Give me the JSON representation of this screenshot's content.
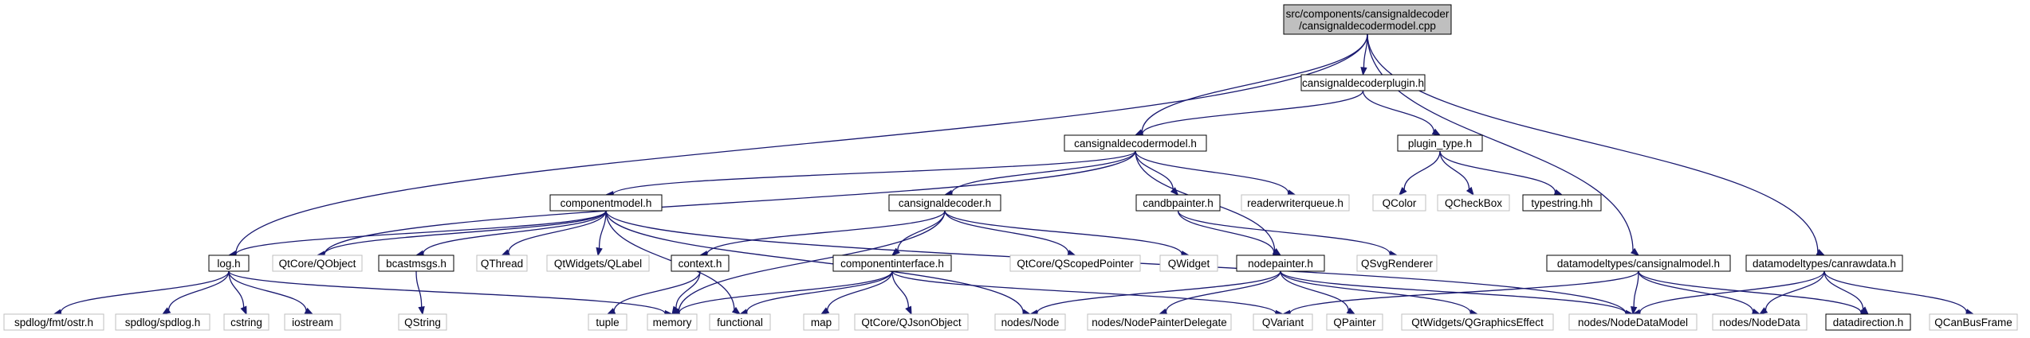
{
  "diagram": {
    "title": "",
    "colors": {
      "edge": "#191970",
      "root_fill": "#bfbfbf",
      "node_border": "#000000",
      "external_border": "#bfbfbf"
    },
    "nodes": [
      {
        "id": "root",
        "lines": [
          "src/components/cansignaldecoder",
          "/cansignaldecodermodel.cpp"
        ],
        "kind": "root"
      },
      {
        "id": "plugin_h",
        "lines": [
          "cansignaldecoderplugin.h"
        ],
        "kind": "linked"
      },
      {
        "id": "model_h",
        "lines": [
          "cansignaldecodermodel.h"
        ],
        "kind": "linked"
      },
      {
        "id": "plugin_type",
        "lines": [
          "plugin_type.h"
        ],
        "kind": "linked"
      },
      {
        "id": "componentmodel",
        "lines": [
          "componentmodel.h"
        ],
        "kind": "linked"
      },
      {
        "id": "decoder_h",
        "lines": [
          "cansignaldecoder.h"
        ],
        "kind": "linked"
      },
      {
        "id": "candbpainter",
        "lines": [
          "candbpainter.h"
        ],
        "kind": "linked"
      },
      {
        "id": "rwqueue",
        "lines": [
          "readerwriterqueue.h"
        ],
        "kind": "ext"
      },
      {
        "id": "qcolor",
        "lines": [
          "QColor"
        ],
        "kind": "ext"
      },
      {
        "id": "qcheckbox",
        "lines": [
          "QCheckBox"
        ],
        "kind": "ext"
      },
      {
        "id": "typestring",
        "lines": [
          "typestring.hh"
        ],
        "kind": "linked"
      },
      {
        "id": "log",
        "lines": [
          "log.h"
        ],
        "kind": "linked"
      },
      {
        "id": "qobject",
        "lines": [
          "QtCore/QObject"
        ],
        "kind": "ext"
      },
      {
        "id": "bcastmsgs",
        "lines": [
          "bcastmsgs.h"
        ],
        "kind": "linked"
      },
      {
        "id": "qthread",
        "lines": [
          "QThread"
        ],
        "kind": "ext"
      },
      {
        "id": "qlabel",
        "lines": [
          "QtWidgets/QLabel"
        ],
        "kind": "ext"
      },
      {
        "id": "context",
        "lines": [
          "context.h"
        ],
        "kind": "linked"
      },
      {
        "id": "compiface",
        "lines": [
          "componentinterface.h"
        ],
        "kind": "linked"
      },
      {
        "id": "qscoped",
        "lines": [
          "QtCore/QScopedPointer"
        ],
        "kind": "ext"
      },
      {
        "id": "qwidget",
        "lines": [
          "QWidget"
        ],
        "kind": "ext"
      },
      {
        "id": "nodepainter",
        "lines": [
          "nodepainter.h"
        ],
        "kind": "linked"
      },
      {
        "id": "qsvg",
        "lines": [
          "QSvgRenderer"
        ],
        "kind": "ext"
      },
      {
        "id": "csm",
        "lines": [
          "datamodeltypes/cansignalmodel.h"
        ],
        "kind": "linked"
      },
      {
        "id": "crd",
        "lines": [
          "datamodeltypes/canrawdata.h"
        ],
        "kind": "linked"
      },
      {
        "id": "fmt",
        "lines": [
          "spdlog/fmt/ostr.h"
        ],
        "kind": "ext"
      },
      {
        "id": "spdlog",
        "lines": [
          "spdlog/spdlog.h"
        ],
        "kind": "ext"
      },
      {
        "id": "cstring",
        "lines": [
          "cstring"
        ],
        "kind": "ext"
      },
      {
        "id": "iostream",
        "lines": [
          "iostream"
        ],
        "kind": "ext"
      },
      {
        "id": "qstring",
        "lines": [
          "QString"
        ],
        "kind": "ext"
      },
      {
        "id": "tuple",
        "lines": [
          "tuple"
        ],
        "kind": "ext"
      },
      {
        "id": "memory",
        "lines": [
          "memory"
        ],
        "kind": "ext"
      },
      {
        "id": "functional",
        "lines": [
          "functional"
        ],
        "kind": "ext"
      },
      {
        "id": "map",
        "lines": [
          "map"
        ],
        "kind": "ext"
      },
      {
        "id": "qjson",
        "lines": [
          "QtCore/QJsonObject"
        ],
        "kind": "ext"
      },
      {
        "id": "nnode",
        "lines": [
          "nodes/Node"
        ],
        "kind": "ext"
      },
      {
        "id": "npd",
        "lines": [
          "nodes/NodePainterDelegate"
        ],
        "kind": "ext"
      },
      {
        "id": "qvariant",
        "lines": [
          "QVariant"
        ],
        "kind": "ext"
      },
      {
        "id": "qpainter",
        "lines": [
          "QPainter"
        ],
        "kind": "ext"
      },
      {
        "id": "qgfx",
        "lines": [
          "QtWidgets/QGraphicsEffect"
        ],
        "kind": "ext"
      },
      {
        "id": "ndm",
        "lines": [
          "nodes/NodeDataModel"
        ],
        "kind": "ext"
      },
      {
        "id": "ndata",
        "lines": [
          "nodes/NodeData"
        ],
        "kind": "ext"
      },
      {
        "id": "datadir",
        "lines": [
          "datadirection.h"
        ],
        "kind": "linked"
      },
      {
        "id": "qcanbus",
        "lines": [
          "QCanBusFrame"
        ],
        "kind": "ext"
      }
    ],
    "edges": [
      [
        "root",
        "plugin_h"
      ],
      [
        "root",
        "model_h"
      ],
      [
        "root",
        "log"
      ],
      [
        "root",
        "csm"
      ],
      [
        "root",
        "crd"
      ],
      [
        "plugin_h",
        "model_h"
      ],
      [
        "plugin_h",
        "plugin_type"
      ],
      [
        "plugin_type",
        "qcolor"
      ],
      [
        "plugin_type",
        "qcheckbox"
      ],
      [
        "plugin_type",
        "typestring"
      ],
      [
        "model_h",
        "componentmodel"
      ],
      [
        "model_h",
        "decoder_h"
      ],
      [
        "model_h",
        "candbpainter"
      ],
      [
        "model_h",
        "rwqueue"
      ],
      [
        "model_h",
        "qobject"
      ],
      [
        "model_h",
        "nodepainter"
      ],
      [
        "componentmodel",
        "log"
      ],
      [
        "componentmodel",
        "qobject"
      ],
      [
        "componentmodel",
        "bcastmsgs"
      ],
      [
        "componentmodel",
        "qthread"
      ],
      [
        "componentmodel",
        "qlabel"
      ],
      [
        "componentmodel",
        "functional"
      ],
      [
        "componentmodel",
        "nnode"
      ],
      [
        "componentmodel",
        "ndm"
      ],
      [
        "decoder_h",
        "context"
      ],
      [
        "decoder_h",
        "compiface"
      ],
      [
        "decoder_h",
        "qscoped"
      ],
      [
        "decoder_h",
        "qwidget"
      ],
      [
        "decoder_h",
        "memory"
      ],
      [
        "candbpainter",
        "nodepainter"
      ],
      [
        "candbpainter",
        "qsvg"
      ],
      [
        "log",
        "fmt"
      ],
      [
        "log",
        "spdlog"
      ],
      [
        "log",
        "cstring"
      ],
      [
        "log",
        "iostream"
      ],
      [
        "log",
        "memory"
      ],
      [
        "bcastmsgs",
        "qstring"
      ],
      [
        "context",
        "tuple"
      ],
      [
        "context",
        "memory"
      ],
      [
        "compiface",
        "memory"
      ],
      [
        "compiface",
        "functional"
      ],
      [
        "compiface",
        "map"
      ],
      [
        "compiface",
        "qjson"
      ],
      [
        "compiface",
        "qvariant"
      ],
      [
        "nodepainter",
        "nnode"
      ],
      [
        "nodepainter",
        "npd"
      ],
      [
        "nodepainter",
        "qpainter"
      ],
      [
        "nodepainter",
        "qgfx"
      ],
      [
        "nodepainter",
        "ndm"
      ],
      [
        "csm",
        "qvariant"
      ],
      [
        "csm",
        "ndm"
      ],
      [
        "csm",
        "ndata"
      ],
      [
        "csm",
        "datadir"
      ],
      [
        "crd",
        "ndm"
      ],
      [
        "crd",
        "ndata"
      ],
      [
        "crd",
        "datadir"
      ],
      [
        "crd",
        "qcanbus"
      ]
    ]
  }
}
